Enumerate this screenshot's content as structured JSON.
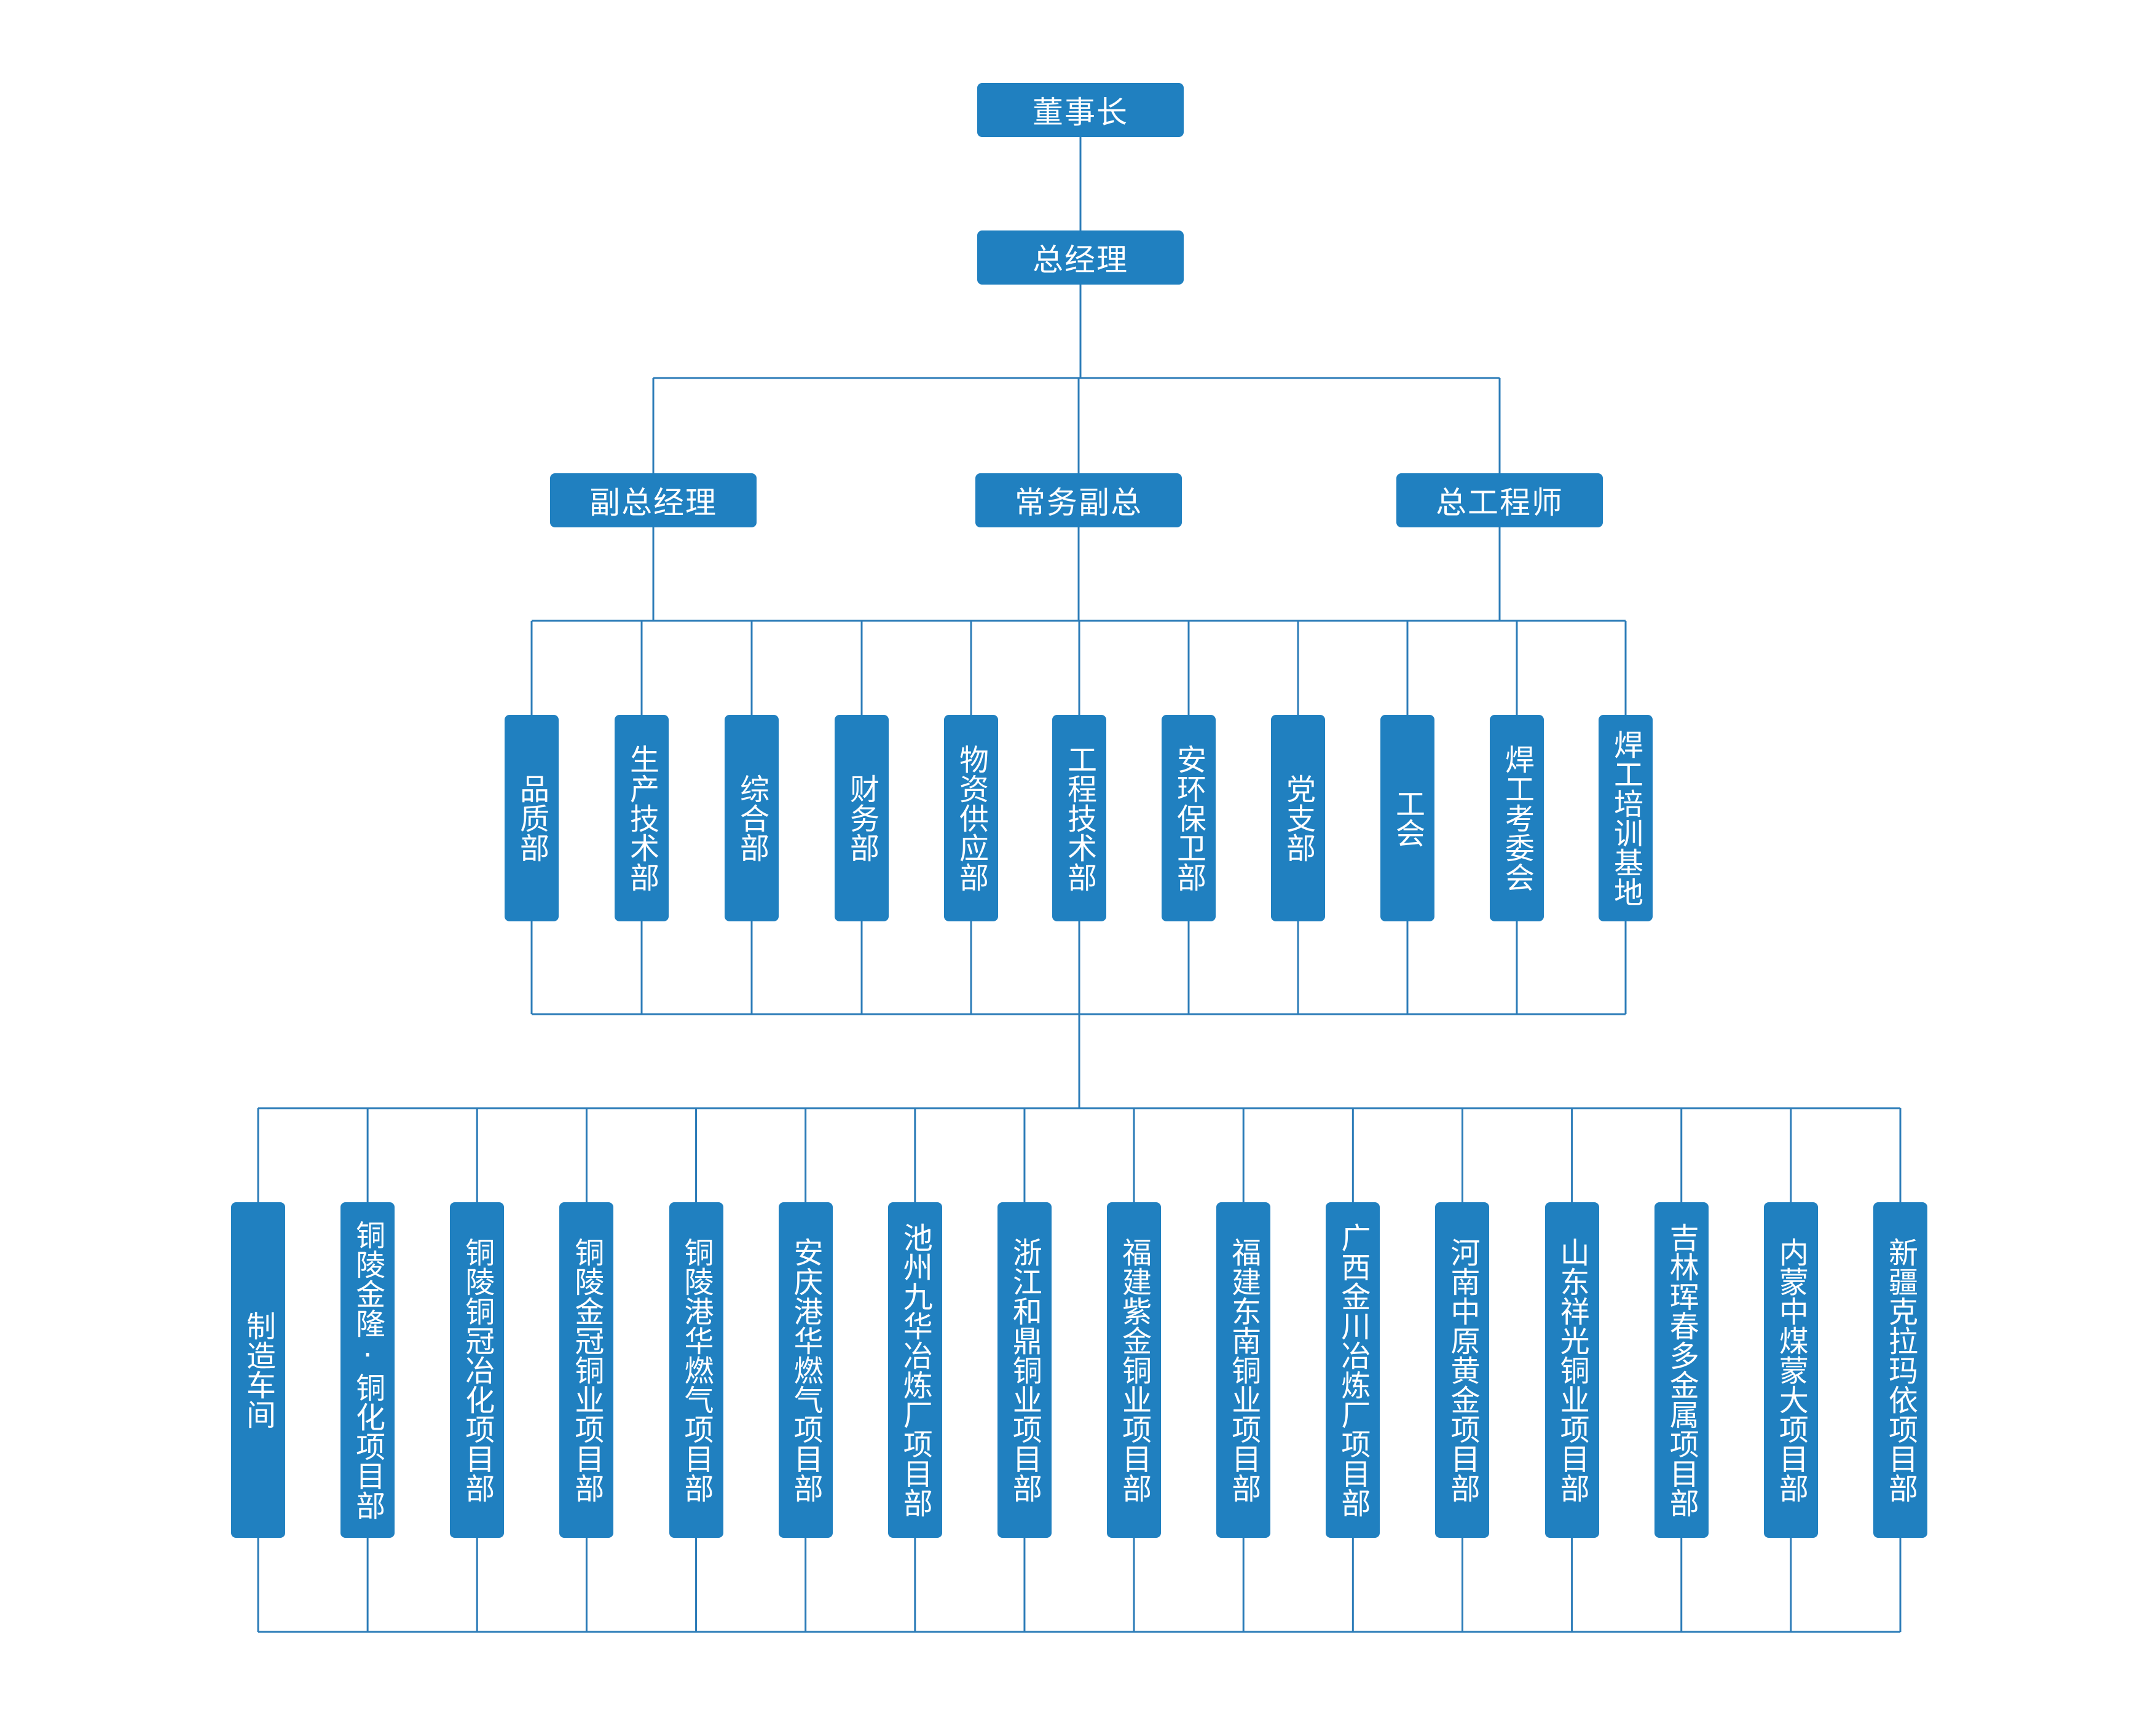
{
  "chart_title": "",
  "top": {
    "chairman": "董事长",
    "gm": "总经理"
  },
  "deputies": [
    "副总经理",
    "常务副总",
    "总工程师"
  ],
  "departments": [
    "品质部",
    "生产技术部",
    "综合部",
    "财务部",
    "物资供应部",
    "工程技术部",
    "安环保卫部",
    "党支部",
    "工会",
    "焊工考委会",
    "焊工培训基地"
  ],
  "projects": [
    "制造车间",
    "铜陵金隆·铜化项目部",
    "铜陵铜冠冶化项目部",
    "铜陵金冠铜业项目部",
    "铜陵港华燃气项目部",
    "安庆港华燃气项目部",
    "池州九华冶炼厂项目部",
    "浙江和鼎铜业项目部",
    "福建紫金铜业项目部",
    "福建东南铜业项目部",
    "广西金川冶炼厂项目部",
    "河南中原黄金项目部",
    "山东祥光铜业项目部",
    "吉林珲春多金属项目部",
    "内蒙中煤蒙大项目部",
    "新疆克拉玛依项目部"
  ],
  "colors": {
    "node_fill": "#2080c0",
    "node_text": "#ffffff",
    "connector": "#2c7cb8"
  }
}
